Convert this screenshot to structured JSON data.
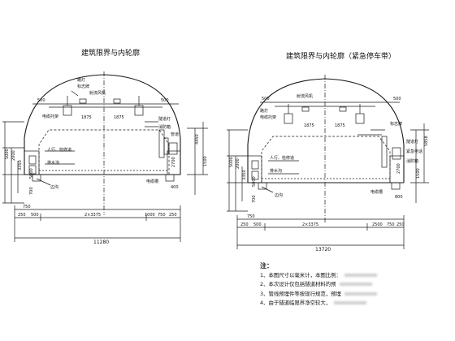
{
  "left_panel": {
    "title": "建筑限界与内轮廓",
    "labels": {
      "lamp": "路灯",
      "sign": "标志牌",
      "fan": "射流风机",
      "cable_bracket": "电缆托架",
      "tunnel_light": "隧道灯",
      "sidewalk": "人行、检修道",
      "drain": "排水沟",
      "cable_trough": "电缆槽",
      "side_ditch": "边沟",
      "fire_box": "消防箱",
      "pipe": "管道"
    },
    "dims_top": [
      "500",
      "1875",
      "1875",
      "500"
    ],
    "dims_left": [
      "5000",
      "2000",
      "3350",
      "5000",
      "700"
    ],
    "dims_right": [
      "4450",
      "1500",
      "2700",
      "400"
    ],
    "dims_bottom": [
      "750",
      "250",
      "500",
      "2×3375",
      "1000",
      "750",
      "250"
    ],
    "total_width": "11280"
  },
  "right_panel": {
    "title": "建筑限界与内轮廓（紧急停车带）",
    "labels": {
      "fan": "射流风机",
      "lamp": "路灯",
      "cable_bracket": "电缆托架",
      "sign": "标志牌",
      "tunnel_light": "隧道灯",
      "emergency_phone": "紧急电话",
      "fire_box": "消防箱",
      "sidewalk": "人行、检修道",
      "drain": "排水沟",
      "cable_trough": "电缆槽",
      "side_ditch": "边沟"
    },
    "dims_top": [
      "500",
      "1875",
      "1875",
      "500"
    ],
    "dims_left": [
      "5000",
      "2000",
      "3350",
      "700",
      "5000"
    ],
    "dims_right": [
      "5858",
      "1500",
      "2700",
      "800"
    ],
    "dims_bottom": [
      "250",
      "750",
      "500",
      "2×3375",
      "2500",
      "750",
      "250"
    ],
    "total_width": "13720"
  },
  "notes": {
    "header": "注：",
    "items": [
      "1、本图尺寸以毫米计，本图比例：",
      "2、本次设计仅包括隧道材料的预",
      "3、管线预埋件等按现行规范，预埋",
      "4、由于隧道临限界净空较大，"
    ]
  }
}
